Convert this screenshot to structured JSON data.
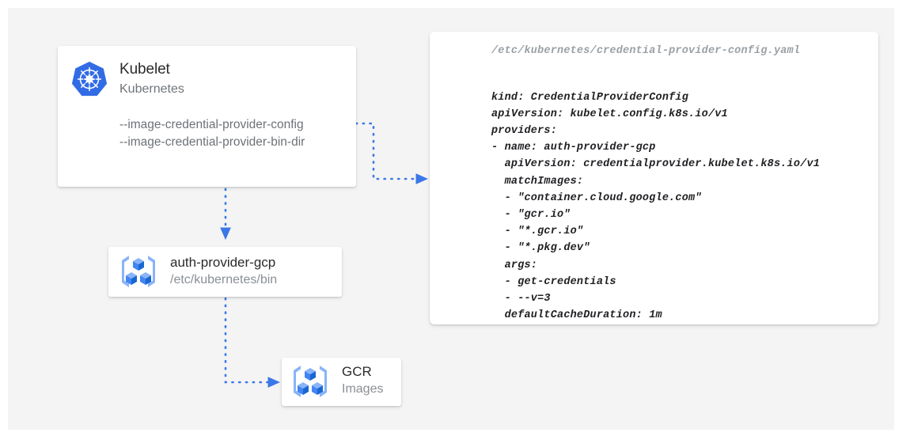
{
  "canvas": {
    "background": "#f4f4f4",
    "outer_background": "#ffffff"
  },
  "colors": {
    "accent_blue": "#3b78e7",
    "kubernetes_blue": "#326ce5",
    "gcp_icon_blue": "#4285f4",
    "gcp_icon_light": "#8ab4f8",
    "text_primary": "#2b2b2b",
    "text_secondary": "#70757a",
    "text_muted": "#9aa0a6",
    "card_background": "#ffffff"
  },
  "nodes": {
    "kubelet": {
      "icon": "kubernetes-logo-icon",
      "title": "Kubelet",
      "subtitle": "Kubernetes",
      "flags": [
        "--image-credential-provider-config",
        "--image-credential-provider-bin-dir"
      ]
    },
    "auth_provider": {
      "icon": "gcp-container-registry-icon",
      "title": "auth-provider-gcp",
      "subtitle": "/etc/kubernetes/bin"
    },
    "gcr": {
      "icon": "gcp-container-registry-icon",
      "title": "GCR",
      "subtitle": "Images"
    }
  },
  "code_panel": {
    "filename": "/etc/kubernetes/credential-provider-config.yaml",
    "lines": [
      "kind: CredentialProviderConfig",
      "apiVersion: kubelet.config.k8s.io/v1",
      "providers:",
      "- name: auth-provider-gcp",
      "  apiVersion: credentialprovider.kubelet.k8s.io/v1",
      "  matchImages:",
      "  - \"container.cloud.google.com\"",
      "  - \"gcr.io\"",
      "  - \"*.gcr.io\"",
      "  - \"*.pkg.dev\"",
      "  args:",
      "  - get-credentials",
      "  - --v=3",
      "  defaultCacheDuration: 1m"
    ]
  },
  "connectors": [
    {
      "name": "kubelet-flags-to-config-file",
      "from": "kubelet.flags",
      "to": "code_panel",
      "style": "dotted",
      "arrow": "right"
    },
    {
      "name": "kubelet-to-auth-provider",
      "from": "kubelet",
      "to": "auth_provider",
      "style": "dotted",
      "arrow": "down"
    },
    {
      "name": "auth-provider-to-gcr",
      "from": "auth_provider",
      "to": "gcr",
      "style": "dotted",
      "arrow": "right"
    }
  ]
}
